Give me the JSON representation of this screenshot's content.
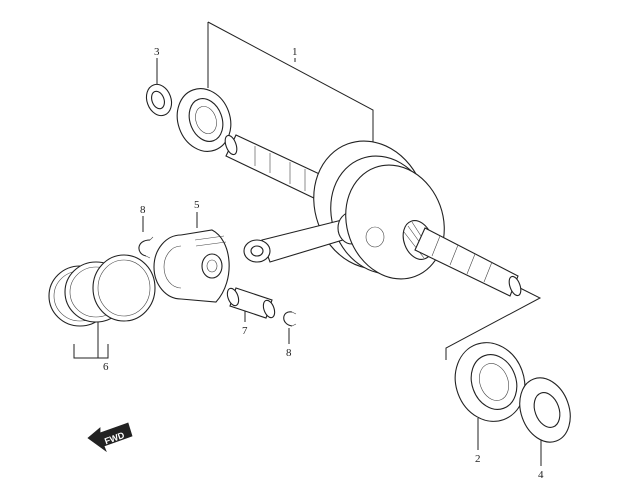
{
  "callouts": {
    "c1": "1",
    "c2": "2",
    "c3": "3",
    "c4": "4",
    "c5": "5",
    "c6": "6",
    "c7": "7",
    "c8a": "8",
    "c8b": "8"
  },
  "fwd_label": "FWD"
}
